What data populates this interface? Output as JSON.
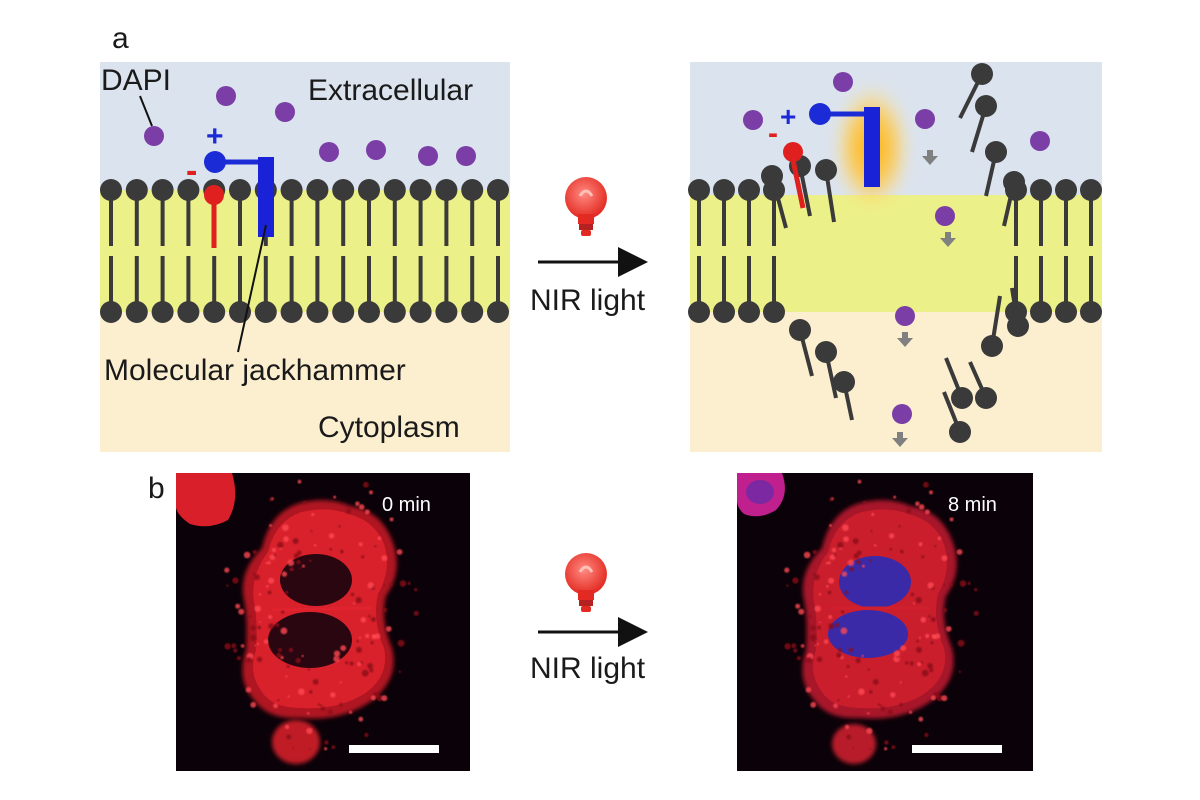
{
  "panel_a": {
    "label": "a",
    "dapi_label": "DAPI",
    "extracellular_label": "Extracellular",
    "cytoplasm_label": "Cytoplasm",
    "jackhammer_label": "Molecular jackhammer",
    "plus_sign": "+",
    "minus_sign": "-",
    "arrow_label": "NIR light"
  },
  "panel_b": {
    "label": "b",
    "time_before": "0 min",
    "time_after": "8 min",
    "arrow_label": "NIR light"
  },
  "colors": {
    "extracellular": "#dbe3ee",
    "membrane_core": "#ecf088",
    "cytoplasm": "#fbefd0",
    "lipid": "#3a3a3a",
    "dapi": "#7b3ea6",
    "positive": "#1b2bd6",
    "negative": "#e01f1f",
    "jackhammer": "#1a22d8",
    "glow": "#ffb000",
    "bulb": "#e8342e",
    "micro_bg": "#0a0208",
    "micro_cell": "#d81f2a",
    "micro_nucleus": "#3a2aa8"
  },
  "icons": [
    "lightbulb-icon",
    "right-arrow-icon",
    "scale-bar"
  ]
}
